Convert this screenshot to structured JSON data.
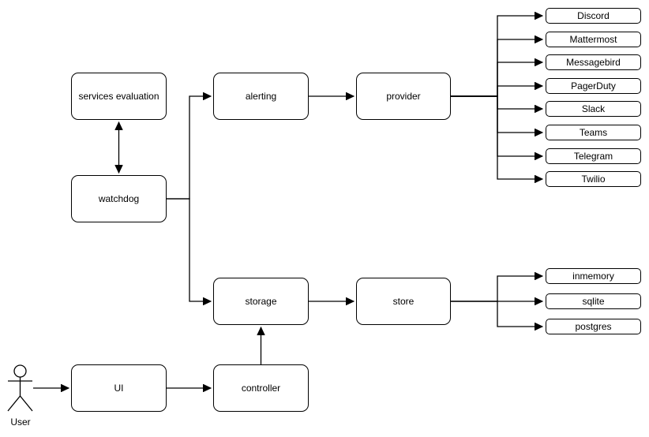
{
  "diagram": {
    "colors": {
      "background": "#ffffff",
      "stroke": "#000000",
      "text": "#000000",
      "node_fill": "#ffffff"
    },
    "nodes": {
      "services_evaluation": {
        "label": "services evaluation"
      },
      "watchdog": {
        "label": "watchdog"
      },
      "alerting": {
        "label": "alerting"
      },
      "provider": {
        "label": "provider"
      },
      "storage": {
        "label": "storage"
      },
      "store": {
        "label": "store"
      },
      "ui": {
        "label": "UI"
      },
      "controller": {
        "label": "controller"
      }
    },
    "providers": [
      "Discord",
      "Mattermost",
      "Messagebird",
      "PagerDuty",
      "Slack",
      "Teams",
      "Telegram",
      "Twilio"
    ],
    "stores": [
      "inmemory",
      "sqlite",
      "postgres"
    ],
    "actor": {
      "label": "User"
    }
  }
}
